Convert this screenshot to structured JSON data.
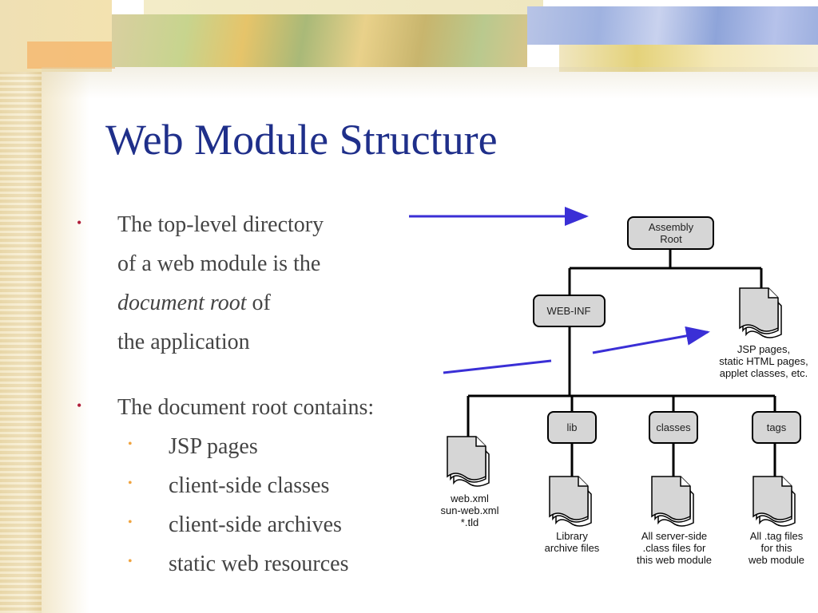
{
  "slide": {
    "title": "Web Module Structure"
  },
  "bullets": {
    "first": {
      "line1": "The top-level directory",
      "line2": "of a web module is the",
      "line3_italic": "document root",
      "line3_rest": " of",
      "line4": "the application"
    },
    "second": {
      "text": "The document root contains:",
      "items": [
        "JSP pages",
        "client-side classes",
        "client-side archives",
        "static web resources"
      ]
    }
  },
  "diagram": {
    "root": "Assembly Root",
    "root_line1": "Assembly",
    "root_line2": "Root",
    "webinf": "WEB-INF",
    "jsp_caption": [
      "JSP pages,",
      "static HTML pages,",
      "applet classes, etc."
    ],
    "dd_caption": [
      "web.xml",
      "sun-web.xml",
      "*.tld"
    ],
    "lib": "lib",
    "lib_caption": [
      "Library",
      "archive files"
    ],
    "classes": "classes",
    "classes_caption": [
      "All server-side",
      ".class files for",
      "this web module"
    ],
    "tags": "tags",
    "tags_caption": [
      "All .tag files",
      "for this",
      "web module"
    ]
  },
  "colors": {
    "title": "#1f2f8a",
    "bullet": "#b01e3a",
    "sub_bullet": "#f0a440",
    "arrow": "#3a2fd6",
    "node_fill": "#d6d6d6"
  }
}
